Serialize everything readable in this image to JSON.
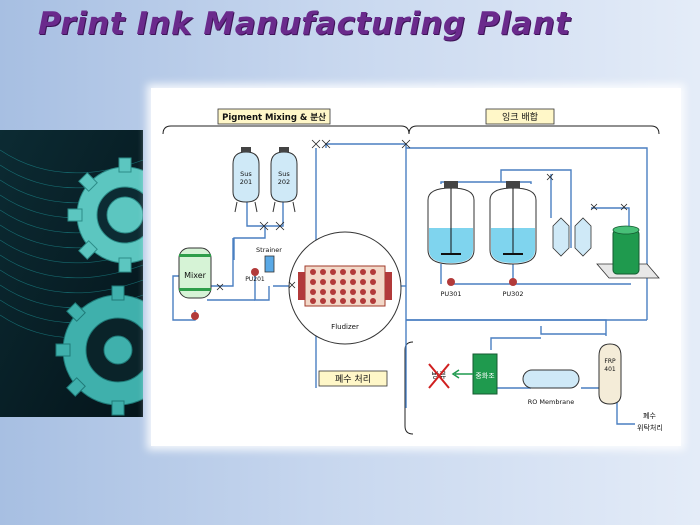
{
  "title": "Print Ink Manufacturing Plant",
  "colors": {
    "title": "#6a2a8c",
    "pipe": "#4a7fc1",
    "vessel_fill": "#cfe9f7",
    "green_tank": "#1f9a4e",
    "label_box": "#fff7c8",
    "pump": "#b23a3a"
  },
  "sections": {
    "pigment_mixing": "Pigment Mixing & 분산",
    "ink_blending": "잉크 배합",
    "wastewater": "폐수 처리"
  },
  "equipment": {
    "sus201_line1": "Sus",
    "sus201_line2": "201",
    "sus202_line1": "Sus",
    "sus202_line2": "202",
    "mixer": "Mixer",
    "strainer": "Strainer",
    "pu201": "PU201",
    "fludizer": "Fludizer",
    "pu301": "PU301",
    "pu302": "PU302",
    "ro_membrane": "RO Membrane",
    "frp_line1": "FRP",
    "frp_line2": "401",
    "tank_label": "중화조",
    "crossed_label": "방류",
    "outlet_line1": "폐수",
    "outlet_line2": "위탁처리"
  },
  "icons": [
    "gear-icon",
    "valve-icon",
    "pump-icon",
    "agitator-icon",
    "cross-icon",
    "arrow-icon"
  ]
}
